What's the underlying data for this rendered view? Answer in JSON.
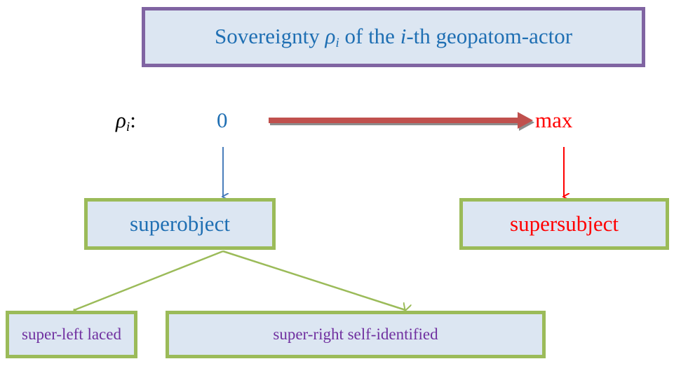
{
  "title": {
    "prefix": "Sovereignty ",
    "symbol": "ρ",
    "symbol_subscript": "i",
    "middle": " of the ",
    "index": "i",
    "suffix": "-th geopatom-actor"
  },
  "scale": {
    "variable": "ρ",
    "variable_subscript": "i",
    "variable_colon": ":",
    "min_label": "0",
    "max_label": "max"
  },
  "nodes": {
    "superobject": "superobject",
    "supersubject": "supersubject",
    "super_left": "super-left laced",
    "super_right": "super-right self-identified"
  },
  "colors": {
    "title_border": "#8064a2",
    "node_border": "#9bbb59",
    "node_fill": "#dce6f2",
    "blue": "#1f6fb3",
    "red": "#ff0000",
    "purple": "#7030a0",
    "scale_arrow": "#c0504d"
  }
}
